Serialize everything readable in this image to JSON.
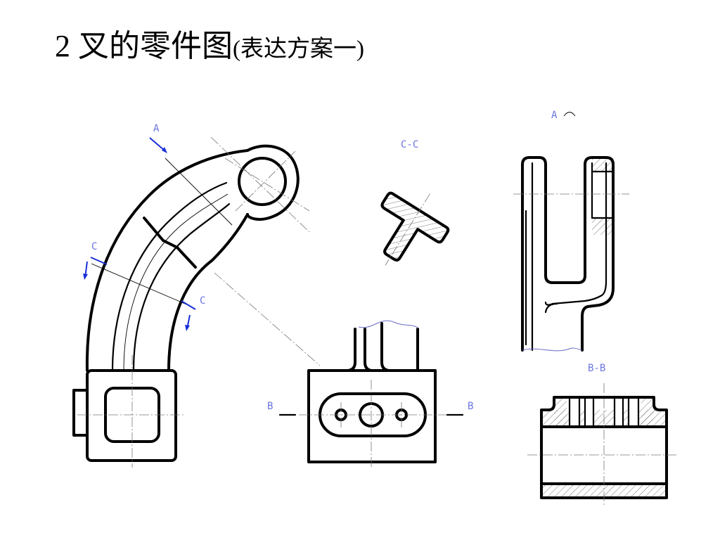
{
  "title": {
    "main": "2 叉的零件图",
    "sub": "(表达方案一)"
  },
  "labels": {
    "view_a_arrow": "A",
    "section_c_left": "C",
    "section_c_right": "C",
    "section_cc": "C-C",
    "view_a_header": "A",
    "section_b_left": "B",
    "section_b_right": "B",
    "section_bb": "B-B"
  }
}
